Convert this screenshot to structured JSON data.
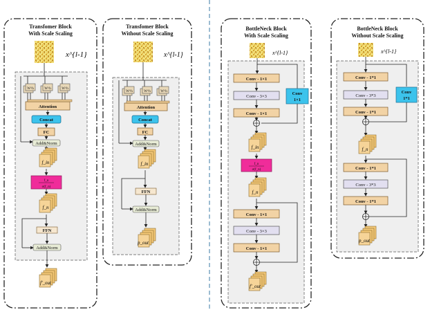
{
  "panels": {
    "t_scale": {
      "title_line1": "Transfomer Block",
      "title_line2": "With Scale Scaling"
    },
    "t_noscale": {
      "title_line1": "Transfomer Block",
      "title_line2": "Without Scale Scaling"
    },
    "b_scale": {
      "title_line1": "BottleNeck Block",
      "title_line2": "With Scale Scaling"
    },
    "b_noscale": {
      "title_line1": "BottleNeck Block",
      "title_line2": "Without Scale Scaling"
    }
  },
  "labels": {
    "input_l": "x^{l-1}",
    "input_l_small": "x^{l-1}",
    "attention": "Attention",
    "concat": "Concat",
    "fc": "FC",
    "add_norm": "Add&Norm",
    "ffn": "FFN",
    "f_in": "f_in",
    "f_n": "f_n",
    "f_out": "f'_out",
    "p_out": "p_out",
    "scale_top": "f_n",
    "scale_bottom": "σ(f_n)",
    "head_label": "W^h",
    "conv1x1": "Conv - 1×1",
    "conv3x3": "Conv - 3×3",
    "conv_side": "Conv",
    "conv_side_k": "1×1",
    "conv1x1_alt": "Conv - 1*1",
    "conv3x3_alt": "Conv - 3*3",
    "conv_side_k_alt": "1*1"
  },
  "colors": {
    "tan": "#f2d3a5",
    "tan_border": "#7a5a2a",
    "lav": "#e2dff0",
    "cyan": "#3cc3ec",
    "pink": "#f02c9a",
    "ffn_bg": "#f6e7cf",
    "add_bg": "#e8ecd6",
    "panel_bg": "#efefef",
    "dash_blue": "#5b8fb5"
  }
}
